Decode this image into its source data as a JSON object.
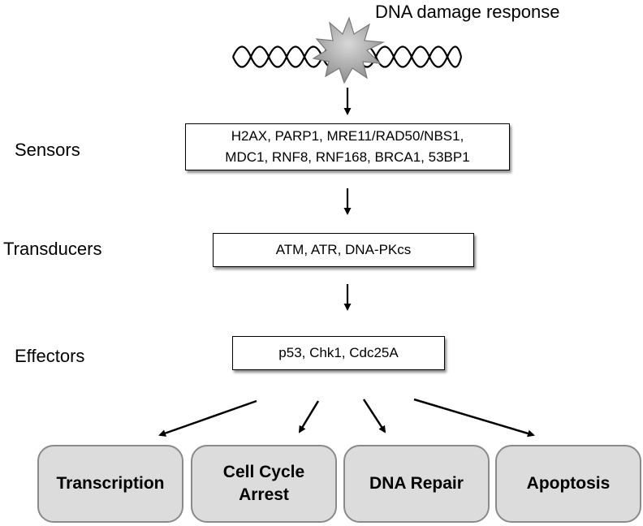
{
  "title": "DNA damage response",
  "stages": {
    "sensors": {
      "label": "Sensors",
      "line1": "H2AX, PARP1, MRE11/RAD50/NBS1,",
      "line2": "MDC1, RNF8, RNF168, BRCA1, 53BP1"
    },
    "transducers": {
      "label": "Transducers",
      "text": "ATM, ATR, DNA-PKcs"
    },
    "effectors": {
      "label": "Effectors",
      "text": "p53, Chk1, Cdc25A"
    }
  },
  "outcomes": [
    {
      "line1": "Transcription"
    },
    {
      "line1": "Cell Cycle",
      "line2": "Arrest"
    },
    {
      "line1": "DNA Repair"
    },
    {
      "line1": "Apoptosis"
    }
  ],
  "colors": {
    "outcome_fill": "#dcdcdc",
    "outcome_border": "#8a8a8a",
    "burst_fill": "#a9a9a9"
  }
}
